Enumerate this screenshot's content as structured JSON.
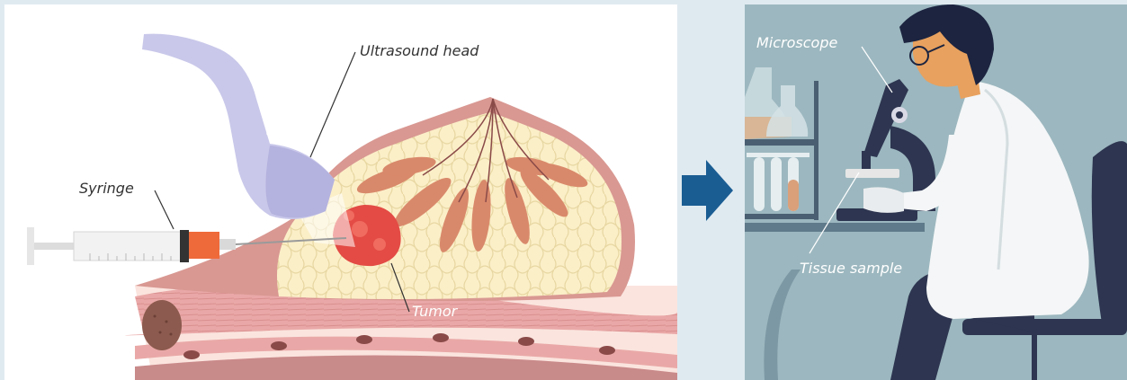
{
  "labels": {
    "ultrasound_head": "Ultrasound head",
    "syringe": "Syringe",
    "tumor": "Tumor",
    "microscope": "Microscope",
    "tissue_sample": "Tissue sample"
  },
  "icons": {
    "arrow": "arrow-right-icon"
  },
  "colors": {
    "background": "#dfeaf0",
    "panel_left": "#ffffff",
    "panel_right": "#9cb7bf",
    "arrow": "#1a5d93",
    "tumor": "#e34b44",
    "tissue_fill": "#fbefc8",
    "ducts": "#d9896b",
    "skin": "#d99892",
    "probe": "#c9c8ea"
  }
}
